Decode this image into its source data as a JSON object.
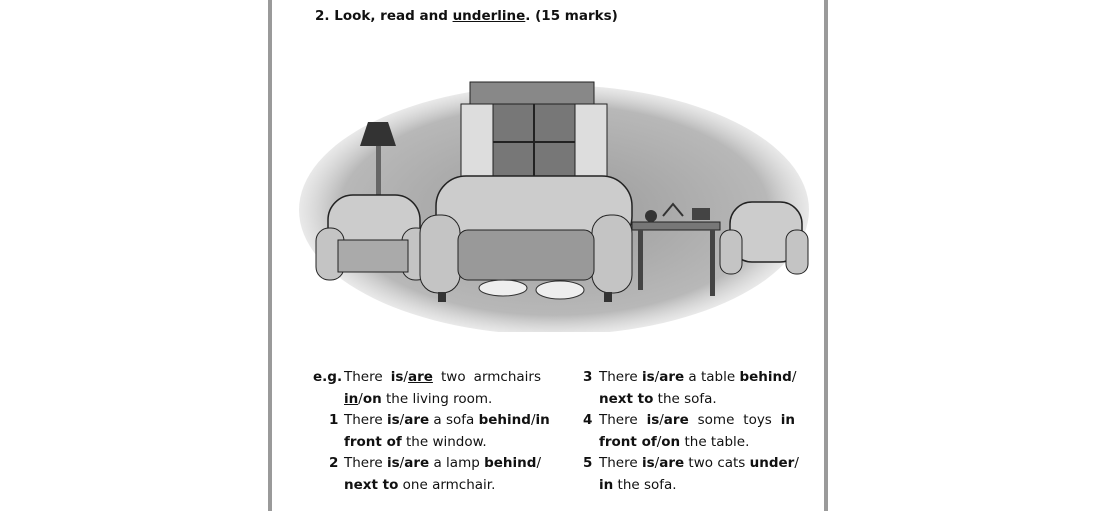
{
  "title": {
    "prefix": "2. Look, read and ",
    "underlined": "underline",
    "suffix": ". (15 marks)"
  },
  "colors": {
    "border": "#9a9a9a",
    "text": "#111111"
  },
  "items": [
    {
      "num": "e.g.",
      "lines": [
        [
          {
            "t": "There "
          },
          {
            "t": "is",
            "b": true
          },
          {
            "t": "/"
          },
          {
            "t": "are",
            "b": true,
            "u": true
          },
          {
            "t": " two armchairs"
          }
        ],
        [
          {
            "t": "in",
            "b": true,
            "u": true
          },
          {
            "t": "/"
          },
          {
            "t": "on",
            "b": true
          },
          {
            "t": " the living room."
          }
        ]
      ]
    },
    {
      "num": "1",
      "lines": [
        [
          {
            "t": "There "
          },
          {
            "t": "is",
            "b": true
          },
          {
            "t": "/"
          },
          {
            "t": "are",
            "b": true
          },
          {
            "t": " a sofa "
          },
          {
            "t": "behind",
            "b": true
          },
          {
            "t": "/"
          },
          {
            "t": "in",
            "b": true
          }
        ],
        [
          {
            "t": "front of",
            "b": true
          },
          {
            "t": " the window."
          }
        ]
      ]
    },
    {
      "num": "2",
      "lines": [
        [
          {
            "t": "There "
          },
          {
            "t": "is",
            "b": true
          },
          {
            "t": "/"
          },
          {
            "t": "are",
            "b": true
          },
          {
            "t": " a lamp "
          },
          {
            "t": "behind",
            "b": true
          },
          {
            "t": "/"
          }
        ],
        [
          {
            "t": "next to",
            "b": true
          },
          {
            "t": " one armchair."
          }
        ]
      ]
    },
    {
      "num": "3",
      "lines": [
        [
          {
            "t": "There "
          },
          {
            "t": "is",
            "b": true
          },
          {
            "t": "/"
          },
          {
            "t": "are",
            "b": true
          },
          {
            "t": " a table "
          },
          {
            "t": "behind",
            "b": true
          },
          {
            "t": "/"
          }
        ],
        [
          {
            "t": "next to",
            "b": true
          },
          {
            "t": " the sofa."
          }
        ]
      ]
    },
    {
      "num": "4",
      "lines": [
        [
          {
            "t": "There "
          },
          {
            "t": "is",
            "b": true
          },
          {
            "t": "/"
          },
          {
            "t": "are",
            "b": true
          },
          {
            "t": " some toys "
          },
          {
            "t": "in",
            "b": true
          }
        ],
        [
          {
            "t": "front of",
            "b": true
          },
          {
            "t": "/"
          },
          {
            "t": "on",
            "b": true
          },
          {
            "t": " the table."
          }
        ]
      ]
    },
    {
      "num": "5",
      "lines": [
        [
          {
            "t": "There "
          },
          {
            "t": "is",
            "b": true
          },
          {
            "t": "/"
          },
          {
            "t": "are",
            "b": true
          },
          {
            "t": " two cats "
          },
          {
            "t": "under",
            "b": true
          },
          {
            "t": "/"
          }
        ],
        [
          {
            "t": "in",
            "b": true
          },
          {
            "t": " the sofa."
          }
        ]
      ]
    }
  ]
}
